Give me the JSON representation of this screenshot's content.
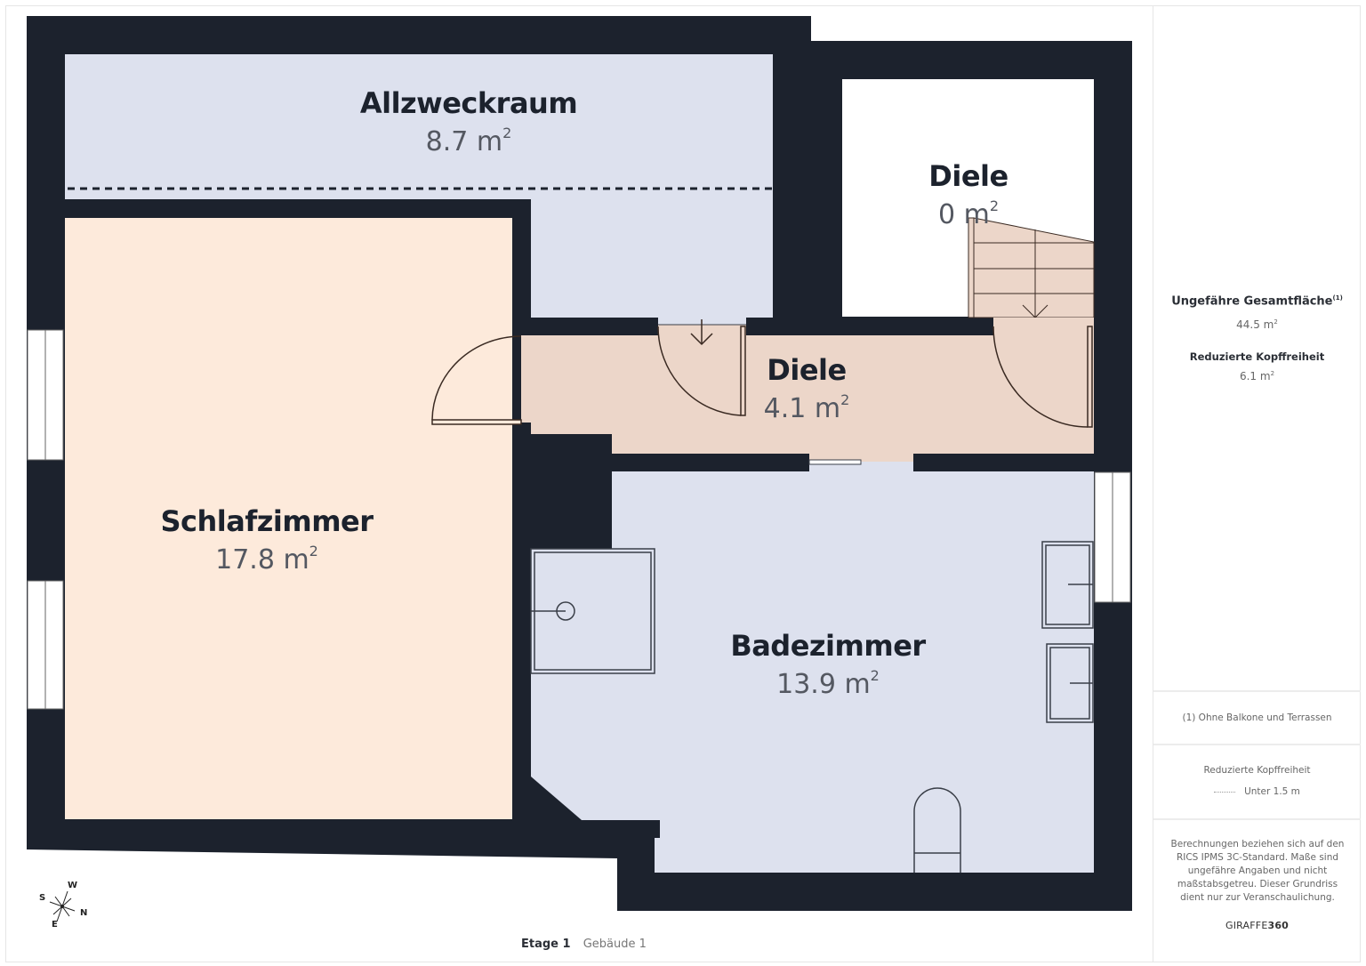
{
  "rooms": [
    {
      "id": "allzweckraum",
      "name": "Allzweckraum",
      "area": "8.7 m",
      "unit_sup": "2",
      "color": "#dde1ee"
    },
    {
      "id": "diele-upper",
      "name": "Diele",
      "area": "0 m",
      "unit_sup": "2",
      "color": "#ffffff"
    },
    {
      "id": "diele-hall",
      "name": "Diele",
      "area": "4.1 m",
      "unit_sup": "2",
      "color": "#ecd6c9"
    },
    {
      "id": "schlafzimmer",
      "name": "Schlafzimmer",
      "area": "17.8 m",
      "unit_sup": "2",
      "color": "#fdeadb"
    },
    {
      "id": "badezimmer",
      "name": "Badezimmer",
      "area": "13.9 m",
      "unit_sup": "2",
      "color": "#dde1ee"
    }
  ],
  "colors": {
    "wall": "#1c222d",
    "stairs": "#ecd6c9",
    "fixture_line": "#3a3f48"
  },
  "floor": {
    "level": "Etage 1",
    "building": "Gebäude 1"
  },
  "compass": {
    "north": "N",
    "south": "S",
    "east": "E",
    "west": "W"
  },
  "sidebar": {
    "total_area_title": "Ungefähre Gesamtfläche",
    "total_area_footnote_mark": "(1)",
    "total_area_value": "44.5 m",
    "reduced_headroom_title": "Reduzierte Kopffreiheit",
    "reduced_headroom_value": "6.1 m",
    "unit_sup": "2",
    "footnote": "(1) Ohne Balkone und Terrassen",
    "legend_title": "Reduzierte Kopffreiheit",
    "legend_item": "Unter 1.5 m",
    "disclaimer": "Berechnungen beziehen sich auf den RICS IPMS 3C-Standard. Maße sind ungefähre Angaben und nicht maßstabsgetreu. Dieser Grundriss dient nur zur Veranschaulichung.",
    "brand_prefix": "GIRAFFE",
    "brand_suffix": "360"
  }
}
